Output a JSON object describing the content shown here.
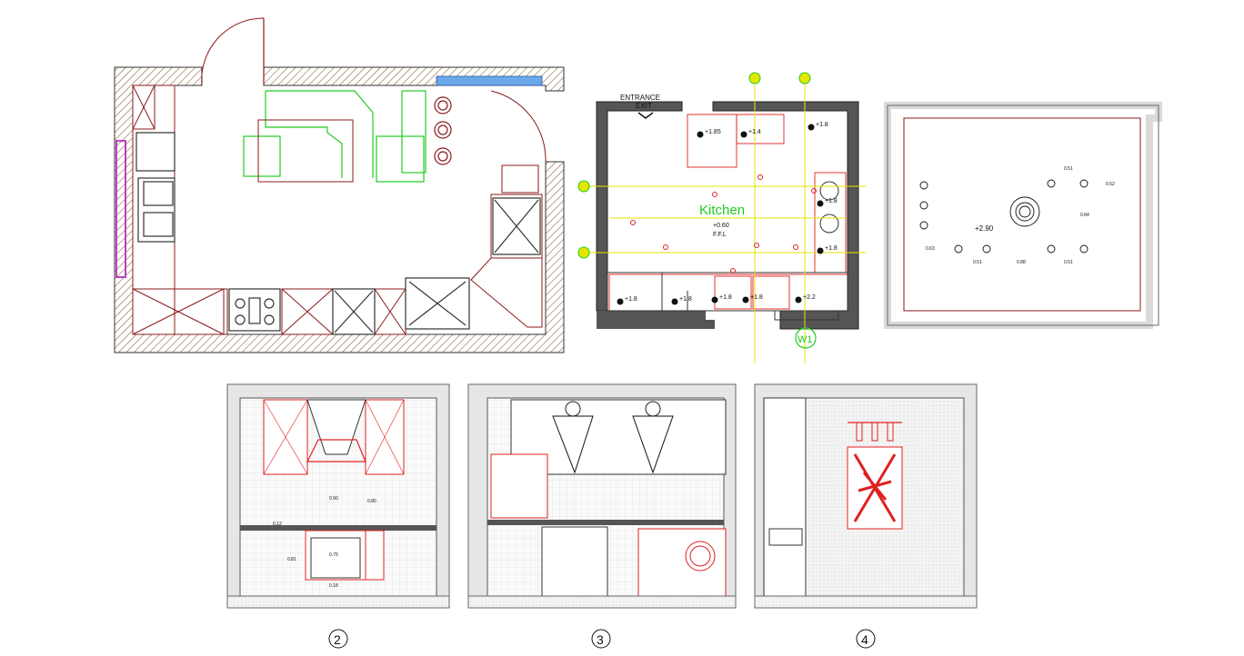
{
  "plan2": {
    "entrance_line1": "ENTRANCE",
    "entrance_line2": "EXIT",
    "room_name": "Kitchen",
    "floor_level_value": "+0.60",
    "floor_level_label": "F.F.L",
    "window_tag": "W1",
    "levels": [
      "+1.85",
      "+1.4",
      "+1.8",
      "+1.8",
      "+1.8",
      "+1.8",
      "+1.8",
      "+1.8",
      "+1.8",
      "+2.2"
    ]
  },
  "ceiling_plan": {
    "ceiling_level": "+2.90",
    "dims": [
      "0.51",
      "0.52",
      "0.84",
      "0.63",
      "0.51",
      "0.88",
      "0.51"
    ]
  },
  "elevation2": {
    "dims": [
      "0.90",
      "0.80",
      "0.12",
      "0.75",
      "0.81",
      "0.18"
    ]
  },
  "view_markers": [
    "2",
    "3",
    "4"
  ],
  "colors": {
    "wall_hatch": "#8a6a3a",
    "furniture_red": "#e02020",
    "dark_red": "#8b1a1a",
    "cad_green": "#22cc22",
    "cad_yellow": "#e6e600",
    "grey": "#555555"
  }
}
